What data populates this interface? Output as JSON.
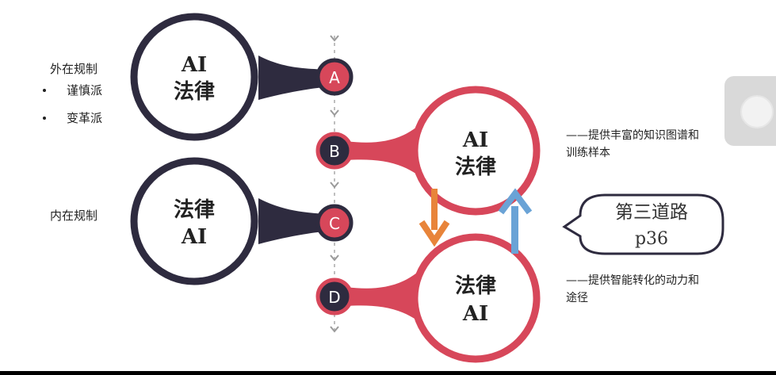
{
  "colors": {
    "dark_node": "#2e2b3f",
    "red_node": "#d7475a",
    "arrow_down": "#e8843a",
    "arrow_up": "#6aa3d6",
    "dashed_line": "#bfbfbf"
  },
  "nodes": {
    "top_left": {
      "line1": "AI",
      "line2": "法律"
    },
    "mid_left": {
      "line1": "法律",
      "line2": "AI"
    },
    "top_right": {
      "line1": "AI",
      "line2": "法律"
    },
    "bottom_right": {
      "line1": "法律",
      "line2": "AI"
    }
  },
  "markers": [
    "A",
    "B",
    "C",
    "D"
  ],
  "left_labels": {
    "external": "外在规制",
    "bullets": [
      "谨慎派",
      "变革派"
    ],
    "internal": "内在规制"
  },
  "notes": {
    "top": {
      "line1": "——提供丰富的知识图谱和",
      "line2": "训练样本"
    },
    "bottom": {
      "line1": "——提供智能转化的动力和",
      "line2": "途径"
    }
  },
  "callout": {
    "title": "第三道路",
    "page": "p36"
  }
}
